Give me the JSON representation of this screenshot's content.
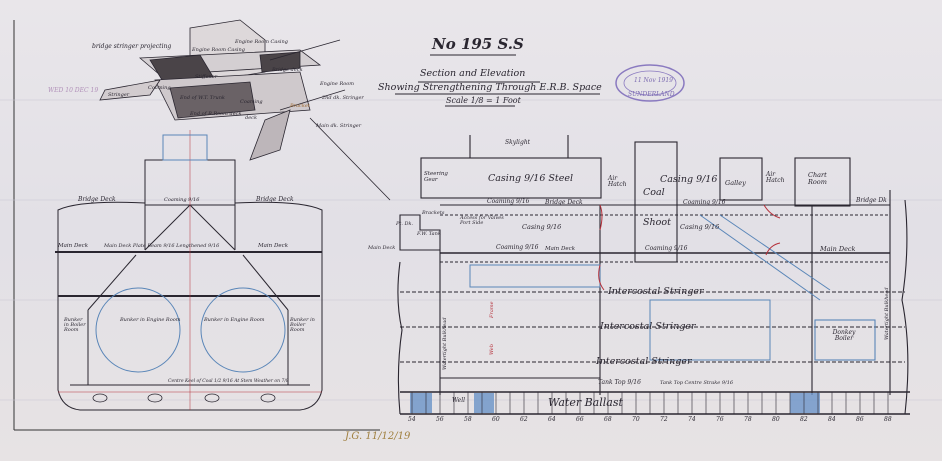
{
  "title": {
    "number": "No 195 S.S",
    "subtitle": "Section and Elevation",
    "description": "Showing Strengthening Through E.R.B. Space",
    "scale": "Scale 1/8 = 1 Foot"
  },
  "stamp": {
    "text": "SUNDERLAND",
    "date": "11 Nov 1919"
  },
  "date_stamp": "WED 10 DEC 19",
  "signature": "J.G. 11/12/19",
  "iso_sketch": {
    "labels": [
      "bridge stringer projecting",
      "Engine Room Casing",
      "Engine Room Casing",
      "Bridge deck",
      "Coaming",
      "Stiffener",
      "End of W.T. Trunk",
      "End of B.Room deck",
      "Stringer",
      "deck",
      "Coaming",
      "Bracket",
      "Engine Room",
      "2nd dk. Stringer",
      "Main dk. Stringer"
    ]
  },
  "section": {
    "labels": {
      "bridge_deck_left": "Bridge Deck",
      "bridge_deck_right": "Bridge Deck",
      "coaming": "Coaming 9/16",
      "main_deck_left": "Main Deck",
      "main_deck_right": "Main Deck",
      "main_deck_note": "Main Deck Plate Beam 9/16 Lengthened 9/16",
      "bunker_left": "Bunker in Boiler Room",
      "bunker_engine_left": "Bunker in Engine Room",
      "bunker_engine_right": "Bunker in Engine Room",
      "bunker_right": "Bunker in Boiler Room",
      "center_keel": "Centre Keel of Coal 1/2 9/16 At Stem Weather on 7/8"
    }
  },
  "elevation": {
    "labels": {
      "skylight": "Skylight",
      "steering_gear": "Steering Gear",
      "casing_main": "Casing 9/16 Steel",
      "air_hatch_1": "Air Hatch",
      "coal": "Coal",
      "shoot": "Shoot",
      "casing_upper": "Casing 9/16",
      "galley": "Galley",
      "air_hatch_2": "Air Hatch",
      "chart_room": "Chart Room",
      "bridge_deck": "Bridge Deck",
      "bridge_deck_right": "Bridge Dk",
      "coaming_1": "Coaming 9/16",
      "coaming_2": "Coaming 9/16",
      "coaming_3": "Coaming 9/16",
      "coaming_4": "Coaming 9/16",
      "casing_lower_1": "Casing 9/16",
      "casing_lower_2": "Casing 9/16",
      "access": "Access for Valves Port Side",
      "brackets": "Brackets",
      "fw_tank": "F.W. Tank",
      "pt_deck": "Pt. Dk.",
      "main_deck_left": "Main Deck",
      "main_deck_mid": "Main Deck",
      "main_deck_right": "Main Deck",
      "stringer_1": "Intercostal Stringer",
      "stringer_2": "Intercostal Stringer",
      "stringer_3": "Intercostal Stringer",
      "bulkhead_left": "Watertight Bulkhead",
      "bulkhead_right": "Watertight Bulkhead",
      "donkey_boiler": "Donkey Boiler",
      "tank_top": "Tank Top 9/16",
      "tank_top_centre": "Tank Top Centre Strake 9/16",
      "well": "Well",
      "water_ballast": "Water Ballast",
      "frame": "Frame",
      "web": "Web"
    },
    "frame_numbers": [
      "54",
      "56",
      "58",
      "60",
      "62",
      "64",
      "66",
      "68",
      "70",
      "72",
      "74",
      "76",
      "78",
      "80",
      "82",
      "84",
      "86",
      "88"
    ]
  },
  "colors": {
    "ink": "#2a2630",
    "red": "#b5303a",
    "blue": "#5a86b8",
    "paper": "#e6e3e7",
    "stamp": "#7a6ab0"
  }
}
